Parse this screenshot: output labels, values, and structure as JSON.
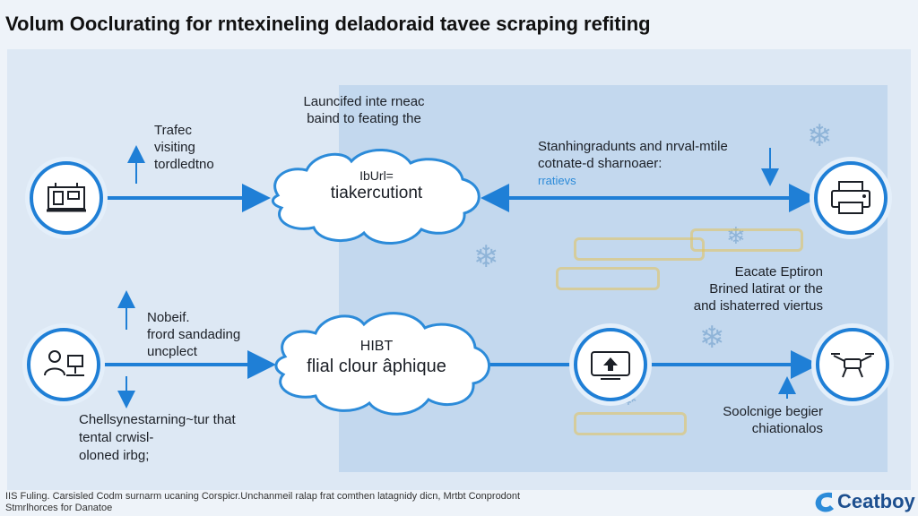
{
  "title": "Volum Ooclurating for rntexineling deladoraid tavee scraping refiting",
  "clouds": {
    "top": {
      "small": "IbUrl=",
      "main": "tiakercutiont"
    },
    "bottom": {
      "small": "HIBT",
      "main": "flial clour âphique"
    }
  },
  "labels": {
    "top_center": [
      "Launcifed inte rneac",
      "baind to feating the"
    ],
    "top_left": [
      "Trafec",
      "visiting",
      "tordledtno"
    ],
    "top_right": [
      "Stanhingradunts and nrval-mtile",
      "cotnate-d sharnoaer:"
    ],
    "top_right_blue": "rratievs",
    "mid_right": [
      "Eacate Eptiron",
      "Brined latirat or the",
      "and ishaterred viertus"
    ],
    "bottom_left": [
      "Nobeif.",
      "frord sandading",
      "uncplect"
    ],
    "bottom_left_lower": [
      "Chellsynestarning~tur that",
      "tental crwisl-",
      "oloned irbg;"
    ],
    "bottom_right": [
      "Soolcnige begier",
      "chiationalos"
    ]
  },
  "footer": [
    "IIS Fuling. Carsisled Codm surnarm ucaning Corspicr.Unchanmeil ralap frat comthen latagnidy dicn, Mrtbt Conprodont",
    "Stmrlhorces for Danatoe"
  ],
  "brand": {
    "name": "Ceatboy",
    "color": "#1d4f8f"
  },
  "colors": {
    "accent": "#1f7fd6",
    "panel": "#dde8f4",
    "panel_right": "#c3d8ee"
  },
  "icons": {
    "node_top_left": "machine-icon",
    "node_bottom_left": "people-icon",
    "node_bottom_center": "upload-screen-icon",
    "node_top_right": "printer-icon",
    "node_bottom_right": "drone-icon"
  }
}
